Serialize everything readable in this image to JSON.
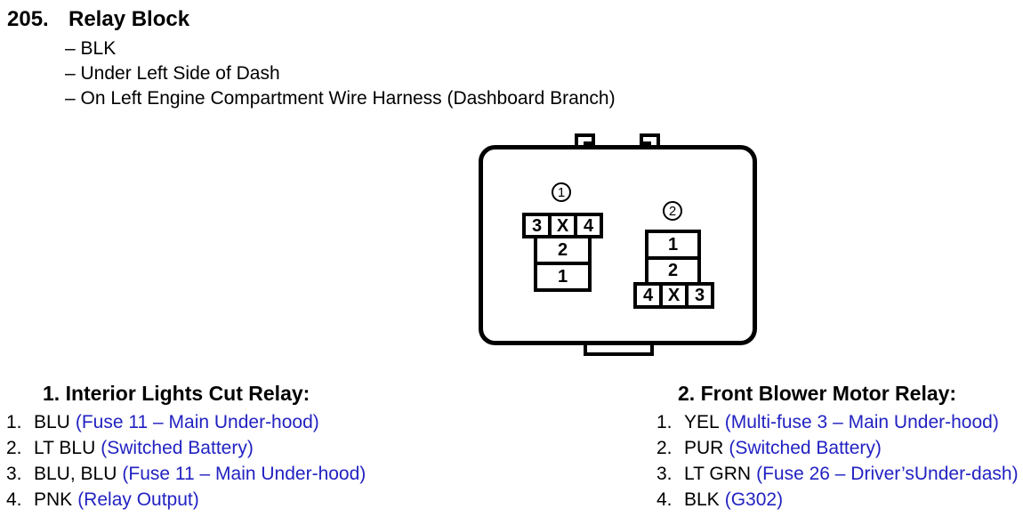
{
  "colors": {
    "ink": "#000000",
    "accent_blue": "#2222c2"
  },
  "header": {
    "number": "205.",
    "title": "Relay Block",
    "notes": [
      "– BLK",
      "– Under Left Side of Dash",
      "– On Left Engine Compartment Wire Harness (Dashboard Branch)"
    ]
  },
  "diagram": {
    "connector1": {
      "label": "1",
      "top_row": [
        "3",
        "X",
        "4"
      ],
      "body": [
        "2",
        "1"
      ]
    },
    "connector2": {
      "label": "2",
      "body": [
        "1",
        "2"
      ],
      "bottom_row": [
        "4",
        "X",
        "3"
      ]
    }
  },
  "legend": {
    "left": {
      "heading": "1. Interior Lights Cut Relay:",
      "items": [
        {
          "num": "1.",
          "wire": "BLU",
          "detail": "(Fuse 11 – Main Under-hood)"
        },
        {
          "num": "2.",
          "wire": "LT BLU",
          "detail": "(Switched Battery)"
        },
        {
          "num": "3.",
          "wire": "BLU, BLU",
          "detail": "(Fuse 11 – Main Under-hood)"
        },
        {
          "num": "4.",
          "wire": "PNK",
          "detail": "(Relay Output)"
        }
      ]
    },
    "right": {
      "heading": "2. Front Blower Motor Relay:",
      "items": [
        {
          "num": "1.",
          "wire": "YEL",
          "detail": "(Multi-fuse 3 – Main Under-hood)"
        },
        {
          "num": "2.",
          "wire": "PUR",
          "detail": "(Switched Battery)"
        },
        {
          "num": "3.",
          "wire": "LT GRN",
          "detail": "(Fuse 26 – Driver’sUnder-dash)"
        },
        {
          "num": "4.",
          "wire": "BLK",
          "detail": "(G302)"
        }
      ]
    }
  }
}
